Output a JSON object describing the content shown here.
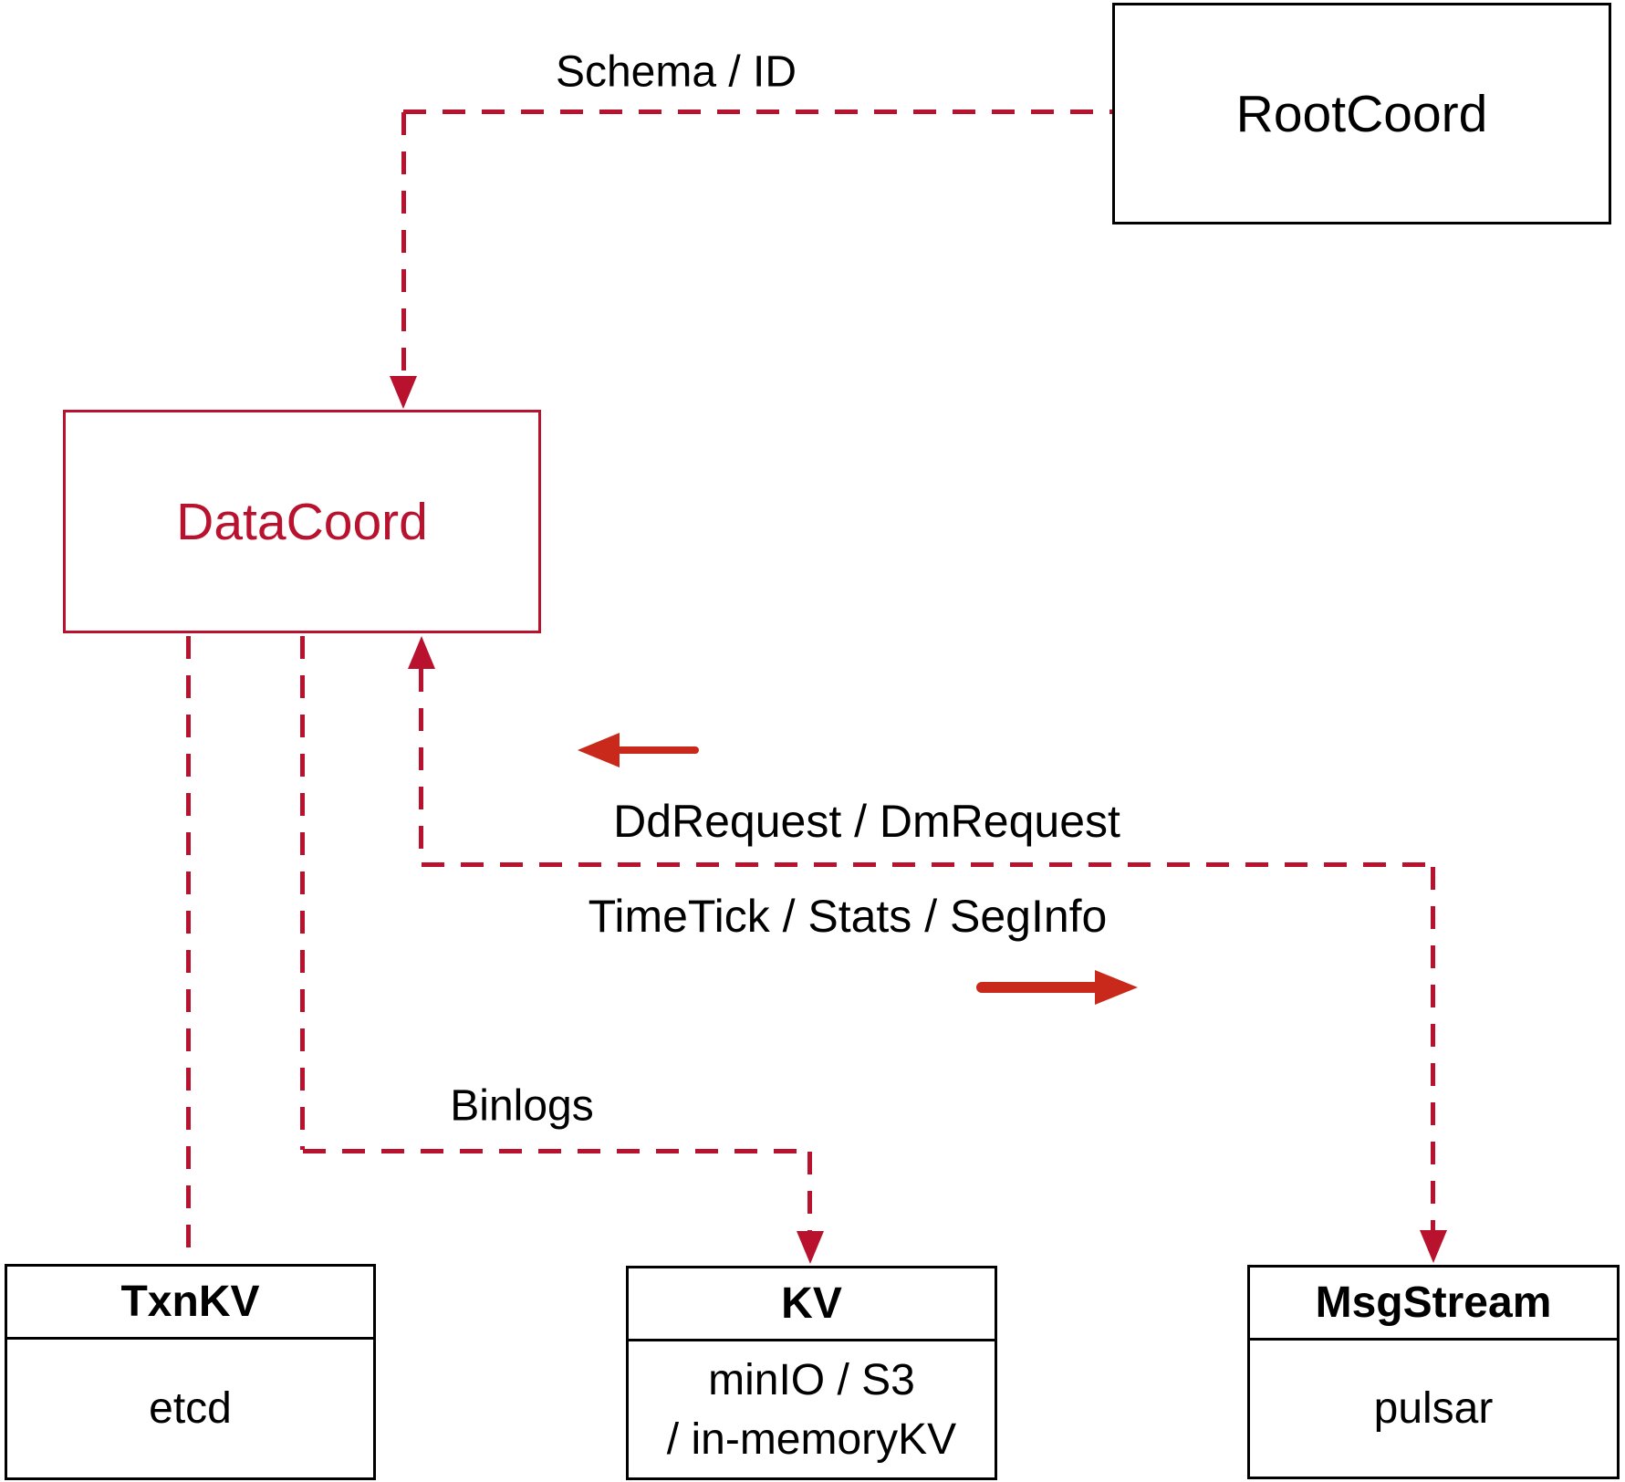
{
  "colors": {
    "crimson": "#B9122E",
    "arrow_red": "#C8291A",
    "ink": "#000000",
    "background": "#FFFFFF"
  },
  "nodes": {
    "rootcoord": {
      "label": "RootCoord"
    },
    "datacoord": {
      "label": "DataCoord"
    },
    "txnkv": {
      "title": "TxnKV",
      "body": "etcd"
    },
    "kv": {
      "title": "KV",
      "body_line1": "minIO / S3",
      "body_line2": "/ in-memoryKV"
    },
    "msgstream": {
      "title": "MsgStream",
      "body": "pulsar"
    }
  },
  "edge_labels": {
    "schema_id": "Schema / ID",
    "dd_dm_request": "DdRequest / DmRequest",
    "timetick_stats_seginfo": "TimeTick / Stats / SegInfo",
    "binlogs": "Binlogs"
  }
}
